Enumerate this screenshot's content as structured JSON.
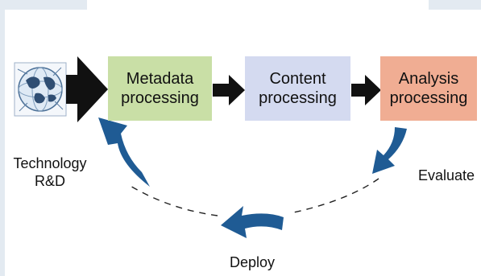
{
  "diagram": {
    "boxes": [
      {
        "line1": "Metadata",
        "line2": "processing",
        "color": "#c9dfa6"
      },
      {
        "line1": "Content",
        "line2": "processing",
        "color": "#d4daf0"
      },
      {
        "line1": "Analysis",
        "line2": "processing",
        "color": "#f0ad93"
      }
    ],
    "labels": {
      "technology_line1": "Technology",
      "technology_line2": "R&D",
      "evaluate": "Evaluate",
      "deploy": "Deploy"
    },
    "colors": {
      "arrow_black": "#111111",
      "cycle_arrow": "#1f5b94",
      "dashed": "#222222",
      "background": "#e3eaf1"
    },
    "icons": {
      "globe": "globe-network-icon"
    }
  }
}
